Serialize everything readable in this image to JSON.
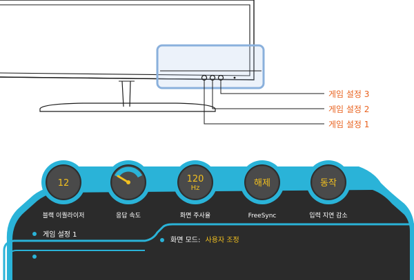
{
  "callouts": [
    {
      "label": "게임 설정 3"
    },
    {
      "label": "게임 설정 2"
    },
    {
      "label": "게임 설정 1"
    }
  ],
  "dials": [
    {
      "value": "12",
      "unit": "",
      "label": "블랙 이퀄라이저"
    },
    {
      "value": "",
      "unit": "",
      "label": "응답 속도"
    },
    {
      "value": "120",
      "unit": "Hz",
      "label": "화면 주사율"
    },
    {
      "value": "해제",
      "unit": "",
      "label": "FreeSync"
    },
    {
      "value": "동작",
      "unit": "",
      "label": "입력 지연 감소"
    }
  ],
  "panel": {
    "row1": "게임 설정 1",
    "mode_label": "화면 모드:",
    "mode_value": "사용자 조정"
  },
  "colors": {
    "accent_orange": "#e8601c",
    "highlight_blue": "#8ab0dc",
    "cyan": "#2ab3d8",
    "panel_dark": "#2b2b2b",
    "dial_inner": "#4a4a4a",
    "value_yellow": "#f2c020",
    "text_white": "#ffffff"
  }
}
